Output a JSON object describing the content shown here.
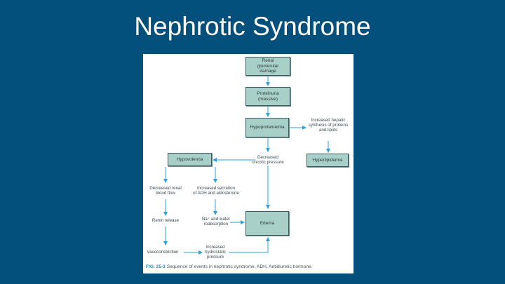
{
  "slide": {
    "title": "Nephrotic Syndrome"
  },
  "diagram": {
    "nodes": {
      "renal_damage": "Renal\nglomerular\ndamage",
      "proteinuria": "Proteinuria\n(massive)",
      "hypoproteinemia": "Hypoproteinemia",
      "hepatic_synthesis": "Increased hepatic\nsynthesis of proteins\nand lipids",
      "hyperlipidemia": "Hyperlipidemia",
      "hypovolemia": "Hypovolemia",
      "decreased_oncotic": "Decreased\noncotic pressure",
      "decreased_renal_flow": "Decreased renal\nblood flow",
      "increased_adh": "Increased secretion\nof ADH and aldosterone",
      "renin_release": "Renin release",
      "na_water": "Na⁺ and water\nreabsorption",
      "edema": "Edema",
      "vasoconstriction": "Vasoconstriction",
      "hydrostatic": "Increased\nhydrostatic\npressure"
    },
    "caption": {
      "label": "FIG. 25-3",
      "text": " Sequence of events in nephrotic syndrome. ADH, Antidiuretic hormone."
    },
    "colors": {
      "box_fill": "#a8d0c9",
      "box_border": "#3f5963",
      "arrow": "#29a3d9"
    }
  }
}
